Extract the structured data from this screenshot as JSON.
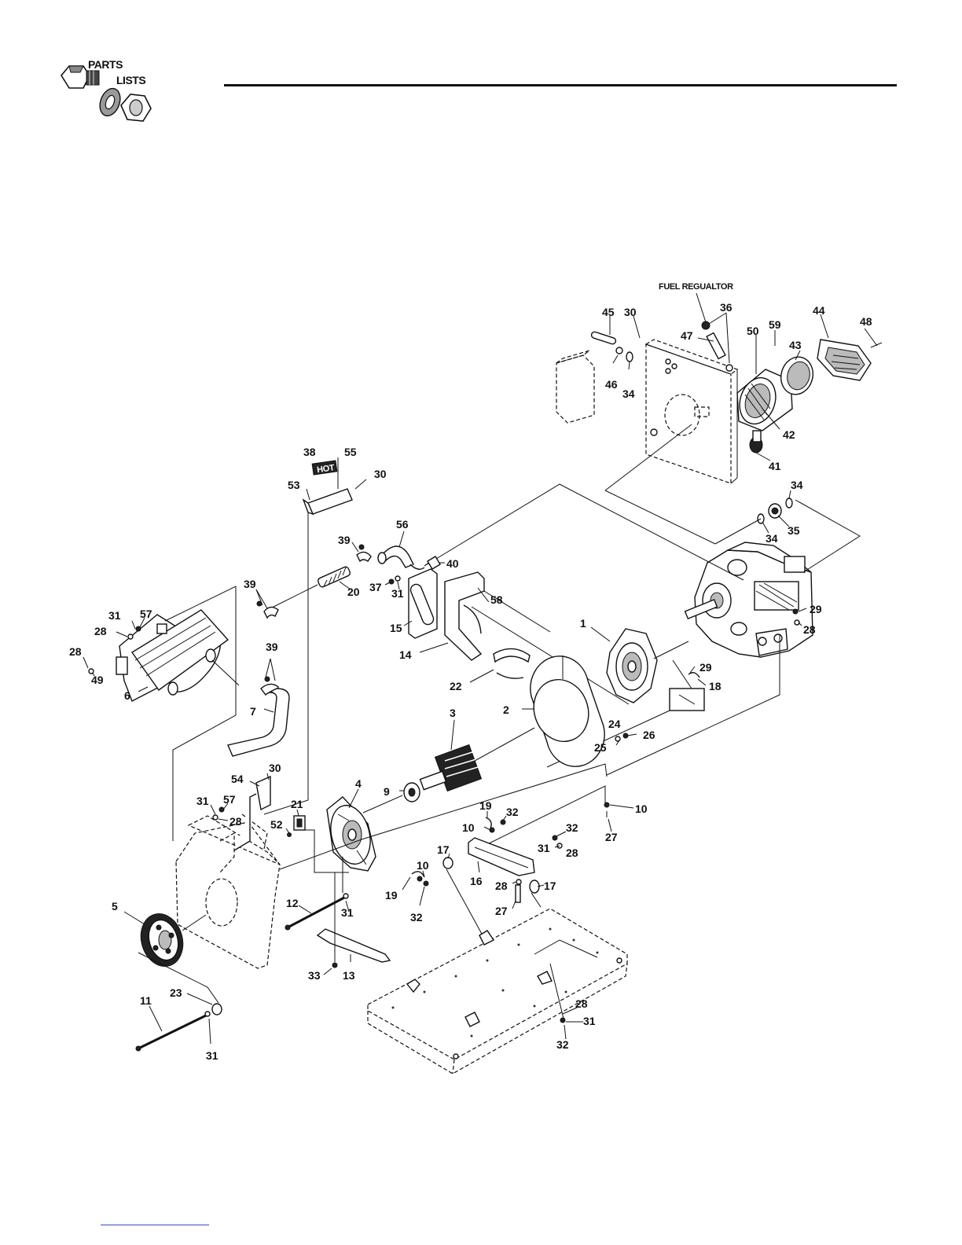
{
  "header": {
    "logo_line1": "PARTS",
    "logo_line2": "LISTS"
  },
  "diagram": {
    "callout_fuel_regulator": "FUEL REGUALTOR",
    "decal_hot": "HOT",
    "callouts": [
      {
        "id": "c45",
        "text": "45"
      },
      {
        "id": "c30a",
        "text": "30"
      },
      {
        "id": "c36",
        "text": "36"
      },
      {
        "id": "c47",
        "text": "47"
      },
      {
        "id": "c50",
        "text": "50"
      },
      {
        "id": "c59",
        "text": "59"
      },
      {
        "id": "c44",
        "text": "44"
      },
      {
        "id": "c48",
        "text": "48"
      },
      {
        "id": "c43",
        "text": "43"
      },
      {
        "id": "c46",
        "text": "46"
      },
      {
        "id": "c34a",
        "text": "34"
      },
      {
        "id": "c42",
        "text": "42"
      },
      {
        "id": "c41",
        "text": "41"
      },
      {
        "id": "c38",
        "text": "38"
      },
      {
        "id": "c55",
        "text": "55"
      },
      {
        "id": "c30b",
        "text": "30"
      },
      {
        "id": "c53",
        "text": "53"
      },
      {
        "id": "c34b",
        "text": "34"
      },
      {
        "id": "c35",
        "text": "35"
      },
      {
        "id": "c34c",
        "text": "34"
      },
      {
        "id": "c56",
        "text": "56"
      },
      {
        "id": "c39a",
        "text": "39"
      },
      {
        "id": "c40",
        "text": "40"
      },
      {
        "id": "c37",
        "text": "37"
      },
      {
        "id": "c31a",
        "text": "31"
      },
      {
        "id": "c20",
        "text": "20"
      },
      {
        "id": "c39b",
        "text": "39"
      },
      {
        "id": "c58",
        "text": "58"
      },
      {
        "id": "c15",
        "text": "15"
      },
      {
        "id": "c29a",
        "text": "29"
      },
      {
        "id": "c28a",
        "text": "28"
      },
      {
        "id": "c31b",
        "text": "31"
      },
      {
        "id": "c57a",
        "text": "57"
      },
      {
        "id": "c28b",
        "text": "28"
      },
      {
        "id": "c1",
        "text": "1"
      },
      {
        "id": "c14",
        "text": "14"
      },
      {
        "id": "c28c",
        "text": "28"
      },
      {
        "id": "c39c",
        "text": "39"
      },
      {
        "id": "c49",
        "text": "49"
      },
      {
        "id": "c6",
        "text": "6"
      },
      {
        "id": "c29b",
        "text": "29"
      },
      {
        "id": "c18",
        "text": "18"
      },
      {
        "id": "c22",
        "text": "22"
      },
      {
        "id": "c7",
        "text": "7"
      },
      {
        "id": "c2",
        "text": "2"
      },
      {
        "id": "c3",
        "text": "3"
      },
      {
        "id": "c24",
        "text": "24"
      },
      {
        "id": "c26",
        "text": "26"
      },
      {
        "id": "c25",
        "text": "25"
      },
      {
        "id": "c30c",
        "text": "30"
      },
      {
        "id": "c54",
        "text": "54"
      },
      {
        "id": "c4",
        "text": "4"
      },
      {
        "id": "c9",
        "text": "9"
      },
      {
        "id": "c31c",
        "text": "31"
      },
      {
        "id": "c57b",
        "text": "57"
      },
      {
        "id": "c28d",
        "text": "28"
      },
      {
        "id": "c21",
        "text": "21"
      },
      {
        "id": "c19a",
        "text": "19"
      },
      {
        "id": "c32a",
        "text": "32"
      },
      {
        "id": "c10a",
        "text": "10"
      },
      {
        "id": "c52",
        "text": "52"
      },
      {
        "id": "c10b",
        "text": "10"
      },
      {
        "id": "c27a",
        "text": "27"
      },
      {
        "id": "c32b",
        "text": "32"
      },
      {
        "id": "c31d",
        "text": "31"
      },
      {
        "id": "c28e",
        "text": "28"
      },
      {
        "id": "c17a",
        "text": "17"
      },
      {
        "id": "c10c",
        "text": "10"
      },
      {
        "id": "c16",
        "text": "16"
      },
      {
        "id": "c28f",
        "text": "28"
      },
      {
        "id": "c17b",
        "text": "17"
      },
      {
        "id": "c19b",
        "text": "19"
      },
      {
        "id": "c5",
        "text": "5"
      },
      {
        "id": "c12",
        "text": "12"
      },
      {
        "id": "c31e",
        "text": "31"
      },
      {
        "id": "c27b",
        "text": "27"
      },
      {
        "id": "c32c",
        "text": "32"
      },
      {
        "id": "c33",
        "text": "33"
      },
      {
        "id": "c13",
        "text": "13"
      },
      {
        "id": "c23",
        "text": "23"
      },
      {
        "id": "c11",
        "text": "11"
      },
      {
        "id": "c31f",
        "text": "31"
      },
      {
        "id": "c28g",
        "text": "28"
      },
      {
        "id": "c31g",
        "text": "31"
      },
      {
        "id": "c32d",
        "text": "32"
      }
    ]
  }
}
